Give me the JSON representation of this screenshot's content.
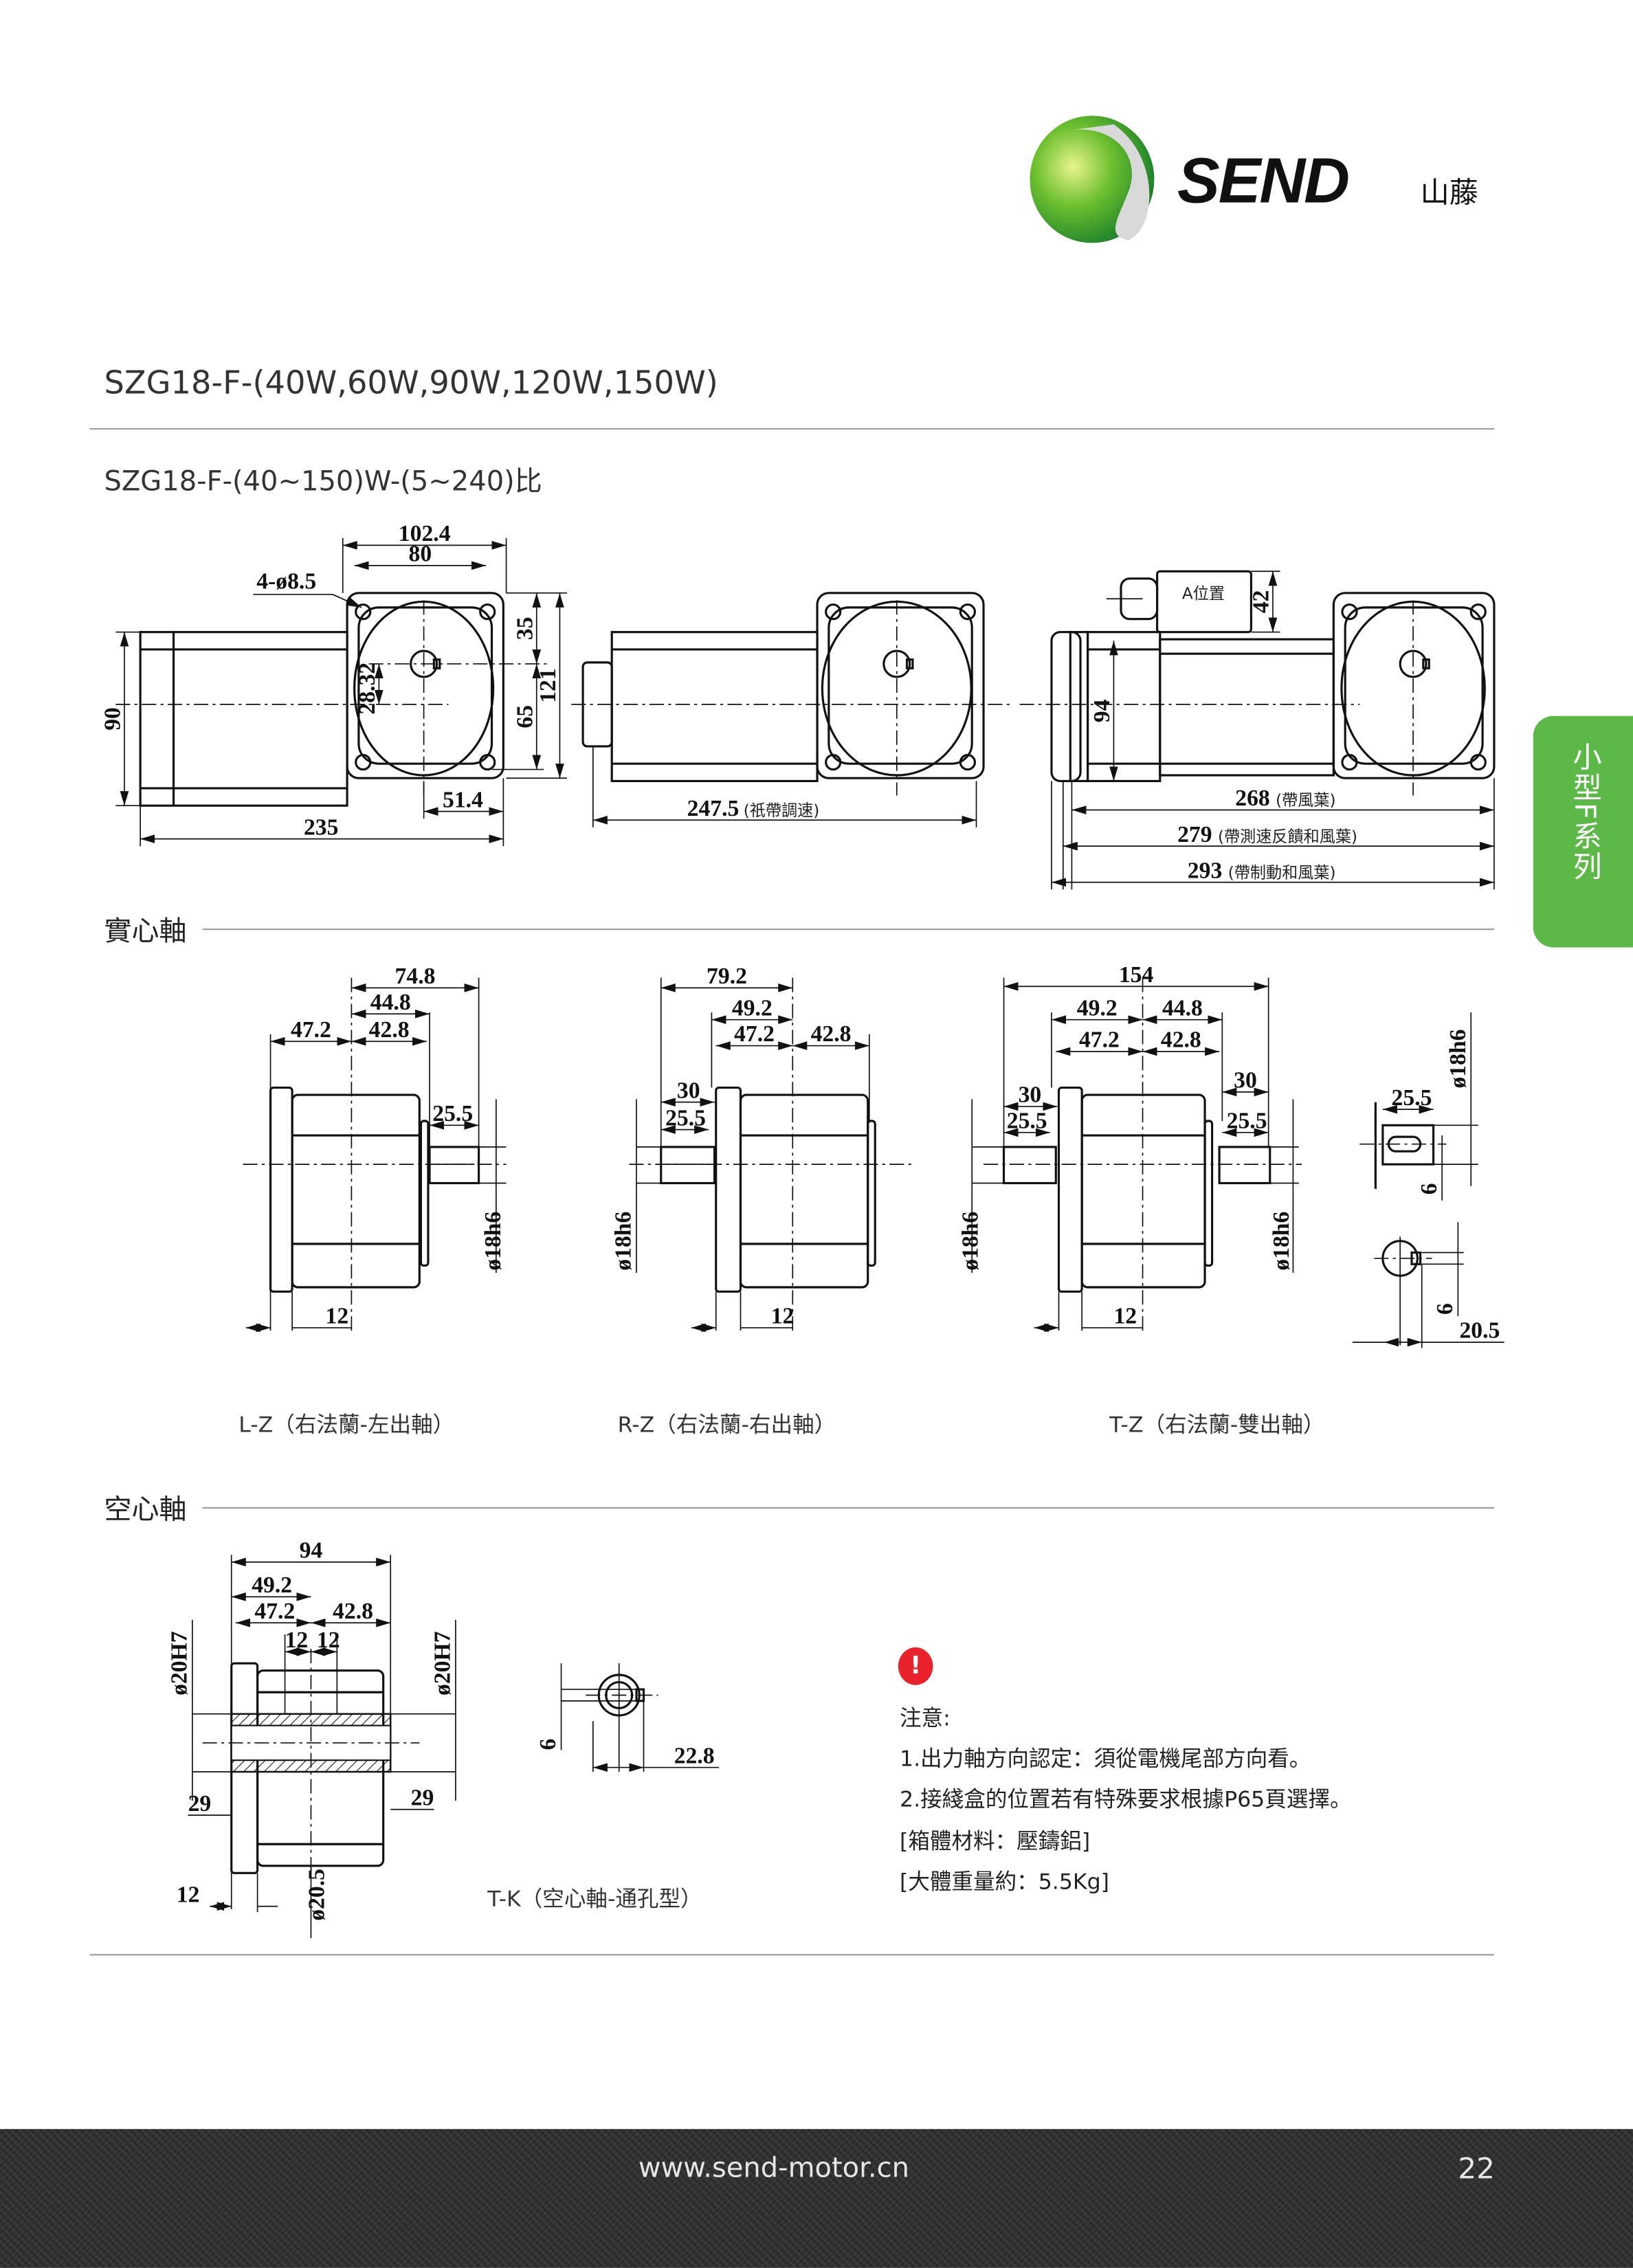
{
  "logo": {
    "brand": "SEND",
    "brand_cn": "山藤"
  },
  "title": "SZG18-F-(40W,60W,90W,120W,150W)",
  "subtitle": "SZG18-F-(40~150)W-(5~240)比",
  "side_tab": "小型F系列",
  "top_views": {
    "view1": {
      "d102_4": "102.4",
      "d80": "80",
      "holes": "4-ø8.5",
      "d35": "35",
      "d65": "65",
      "d121": "121",
      "d90": "90",
      "d28_32": "28.32",
      "d51_4": "51.4",
      "d235": "235"
    },
    "view2": {
      "length": "247.5",
      "note": "(祇帶調速)"
    },
    "view3": {
      "box_label": "A位置",
      "d42": "42",
      "d94": "94",
      "l268": "268",
      "l268_note": "(帶風葉)",
      "l279": "279",
      "l279_note": "(帶測速反饋和風葉)",
      "l293": "293",
      "l293_note": "(帶制動和風葉)"
    }
  },
  "solid_shaft": {
    "heading": "實心軸",
    "lz": {
      "caption": "L-Z（右法蘭-左出軸）",
      "d74_8": "74.8",
      "d44_8": "44.8",
      "d47_2": "47.2",
      "d42_8": "42.8",
      "d25_5": "25.5",
      "dia": "ø18h6",
      "d12": "12"
    },
    "rz": {
      "caption": "R-Z（右法蘭-右出軸）",
      "d79_2": "79.2",
      "d49_2": "49.2",
      "d47_2": "47.2",
      "d42_8": "42.8",
      "d30": "30",
      "d25_5": "25.5",
      "dia": "ø18h6",
      "d12": "12"
    },
    "tz": {
      "caption": "T-Z（右法蘭-雙出軸）",
      "d154": "154",
      "d49_2": "49.2",
      "d44_8": "44.8",
      "d47_2": "47.2",
      "d42_8": "42.8",
      "d30_l": "30",
      "d25_5_l": "25.5",
      "d30_r": "30",
      "d25_5_r": "25.5",
      "dia_l": "ø18h6",
      "dia_r": "ø18h6",
      "d12": "12"
    },
    "detail": {
      "d25_5": "25.5",
      "dia": "ø18h6",
      "d6_a": "6",
      "d6_b": "6",
      "d20_5": "20.5"
    }
  },
  "hollow_shaft": {
    "heading": "空心軸",
    "tk": {
      "caption": "T-K（空心軸-通孔型）",
      "d94": "94",
      "d49_2": "49.2",
      "d47_2": "47.2",
      "d42_8": "42.8",
      "d12_a": "12",
      "d12_b": "12",
      "dia_l": "ø20H7",
      "dia_r": "ø20H7",
      "d29_l": "29",
      "d29_r": "29",
      "d12_c": "12",
      "d20_5": "ø20.5",
      "d6": "6",
      "d22_8": "22.8"
    }
  },
  "notes": {
    "icon": "exclamation-icon",
    "heading": "注意:",
    "lines": [
      "1.出力軸方向認定：須從電機尾部方向看。",
      "2.接綫盒的位置若有特殊要求根據P65頁選擇。",
      "[箱體材料：壓鑄鋁]",
      "[大體重量約：5.5Kg]"
    ]
  },
  "footer": {
    "url": "www.send-motor.cn",
    "page": "22"
  },
  "colors": {
    "accent_green": "#5cb947",
    "warning_red": "#e8212b",
    "footer_bg": "#2e2e2e"
  }
}
